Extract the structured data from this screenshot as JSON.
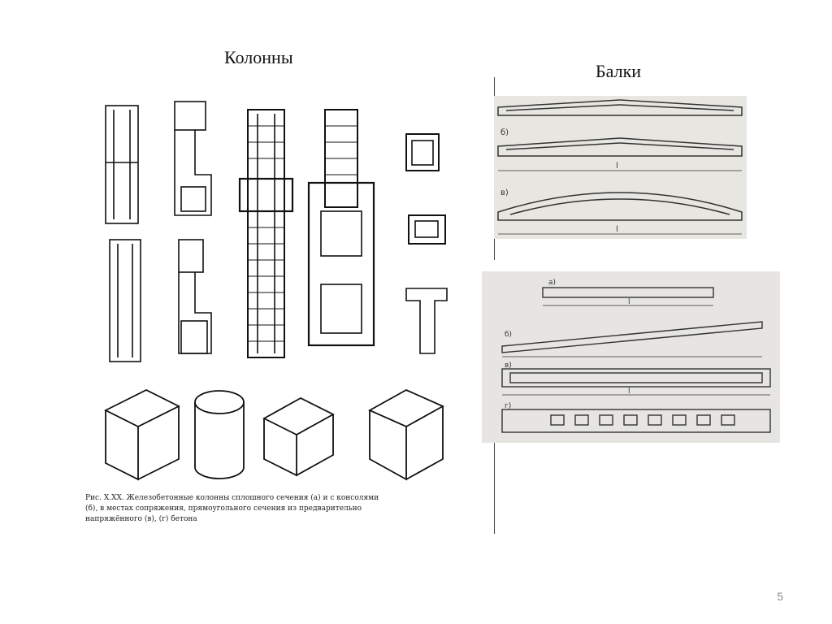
{
  "slide": {
    "title_columns": "Колонны",
    "title_beams": "Балки",
    "page_number": "5"
  },
  "columns_figure": {
    "caption_lines": [
      "Рис. X.XX. Железобетонные колонны сплошного сечения (а) и с консолями",
      "(б), в местах сопряжения, прямоугольного сечения из предварительно",
      "напряжённого (в), (г) бетона"
    ]
  },
  "beams_figure_top": {
    "labels": [
      "б)",
      "в)"
    ],
    "span_label": "l"
  },
  "beams_figure_bottom": {
    "labels": [
      "а)",
      "б)",
      "в)",
      "г)"
    ],
    "span_label": "l"
  }
}
